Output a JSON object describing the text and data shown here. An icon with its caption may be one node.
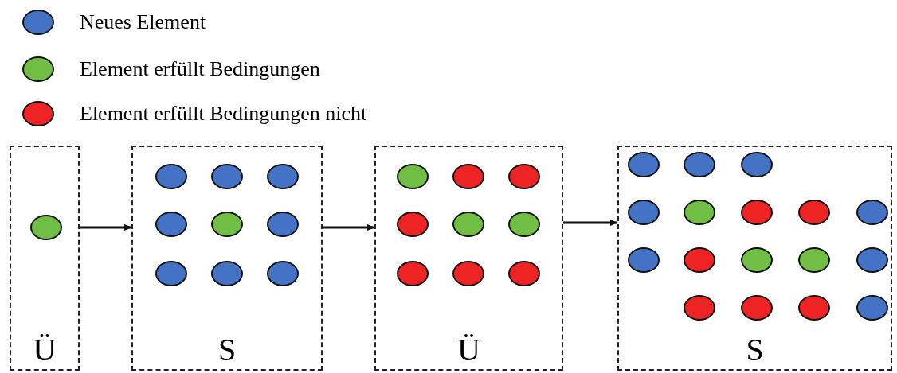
{
  "diagram": {
    "nodes": [
      {
        "text": [
          "Ü"
        ]
      },
      {
        "text": [],
        "shape": "circle",
        "in": 0
      },
      {
        "text": [
          "S"
        ]
      },
      {
        "text": [],
        "shape": "circle",
        "in": 2
      },
      {
        "text": [],
        "shape": "circle",
        "in": 2
      },
      {
        "text": [],
        "shape": "circle",
        "in": 2
      },
      {
        "text": [],
        "shape": "circle",
        "in": 2
      },
      {
        "text": [],
        "shape": "circle",
        "in": 2
      },
      {
        "text": [],
        "shape": "circle",
        "in": 2
      },
      {
        "text": [],
        "shape": "circle",
        "in": 2
      },
      {
        "text": [],
        "shape": "circle",
        "in": 2
      },
      {
        "text": [],
        "shape": "circle",
        "in": 2
      },
      {
        "text": [
          "Ü"
        ]
      },
      {
        "text": [],
        "shape": "circle",
        "in": 12
      },
      {
        "text": [],
        "shape": "circle",
        "in": 12
      },
      {
        "text": [],
        "shape": "circle",
        "in": 12
      },
      {
        "text": [],
        "shape": "circle",
        "in": 12
      },
      {
        "text": [],
        "shape": "circle",
        "in": 12
      },
      {
        "text": [],
        "shape": "circle",
        "in": 12
      },
      {
        "text": [],
        "shape": "circle",
        "in": 12
      },
      {
        "text": [],
        "shape": "circle",
        "in": 12
      },
      {
        "text": [],
        "shape": "circle",
        "in": 12
      },
      {
        "text": [
          "S"
        ]
      },
      {
        "text": [],
        "shape": "circle",
        "in": 22
      },
      {
        "text": [],
        "shape": "circle",
        "in": 22
      },
      {
        "text": [],
        "shape": "circle",
        "in": 22
      },
      {
        "text": [],
        "shape": "circle",
        "in": 22
      },
      {
        "text": [],
        "shape": "circle",
        "in": 22
      },
      {
        "text": [],
        "shape": "circle",
        "in": 22
      },
      {
        "text": [],
        "shape": "circle",
        "in": 22
      },
      {
        "text": [],
        "shape": "circle",
        "in": 22
      },
      {
        "text": [],
        "shape": "circle",
        "in": 22
      },
      {
        "text": [],
        "shape": "circle",
        "in": 22
      },
      {
        "text": [],
        "shape": "circle",
        "in": 22
      },
      {
        "text": [],
        "shape": "circle",
        "in": 22
      },
      {
        "text": [],
        "shape": "circle",
        "in": 22
      },
      {
        "text": [],
        "shape": "circle",
        "in": 22
      },
      {
        "text": [],
        "shape": "circle",
        "in": 22
      },
      {
        "text": [],
        "shape": "circle",
        "in": 22
      },
      {
        "text": [],
        "shape": "circle",
        "in": 22
      }
    ],
    "edges": [
      {
        "from": 0,
        "to": 2,
        "arrow": "to"
      },
      {
        "from": 2,
        "to": 12,
        "arrow": "to"
      },
      {
        "from": 12,
        "to": 22,
        "arrow": "to"
      }
    ],
    "legend": [
      {
        "text": "Neues Element",
        "color": "#4472c4"
      },
      {
        "text": "Element erfüllt Bedingungen",
        "color": "#70bf44"
      },
      {
        "text": "Element erfüllt Bedingungen nicht",
        "color": "#ee2424"
      }
    ]
  }
}
